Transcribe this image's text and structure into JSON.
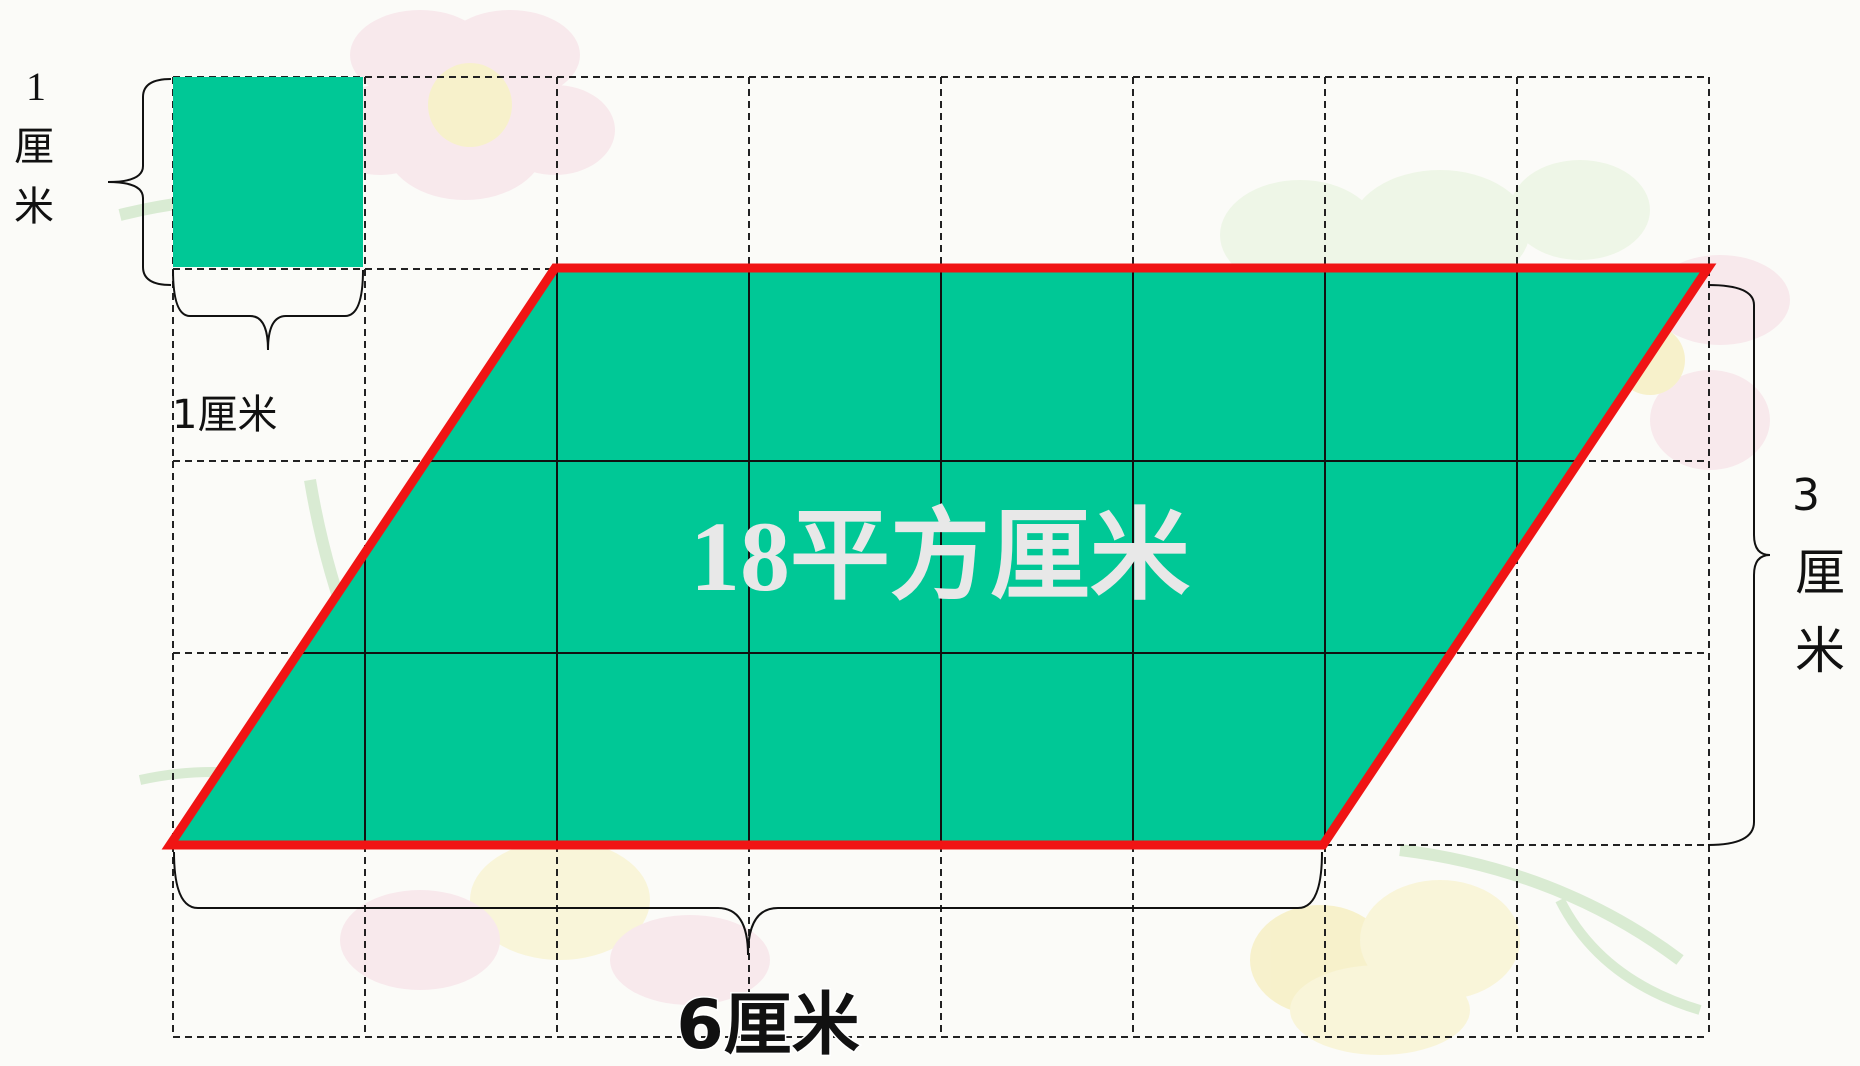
{
  "diagram": {
    "grid": {
      "columns": 8,
      "rows": 5
    },
    "unit_square_labels": {
      "side_vertical": [
        "1",
        "厘",
        "米"
      ],
      "side_horizontal": "1厘米"
    },
    "parallelogram": {
      "base_label": "6厘米",
      "height_label": [
        "3",
        "厘",
        "米"
      ],
      "area_label": "18平方厘米",
      "base_cm": 6,
      "height_cm": 3,
      "area_cm2": 18
    },
    "colors": {
      "fill": "#00c896",
      "outline": "#f01414",
      "grid_dashed": "#222222",
      "grid_solid": "#111111",
      "area_text": "#e8e8e8",
      "label_text": "#111111"
    }
  }
}
